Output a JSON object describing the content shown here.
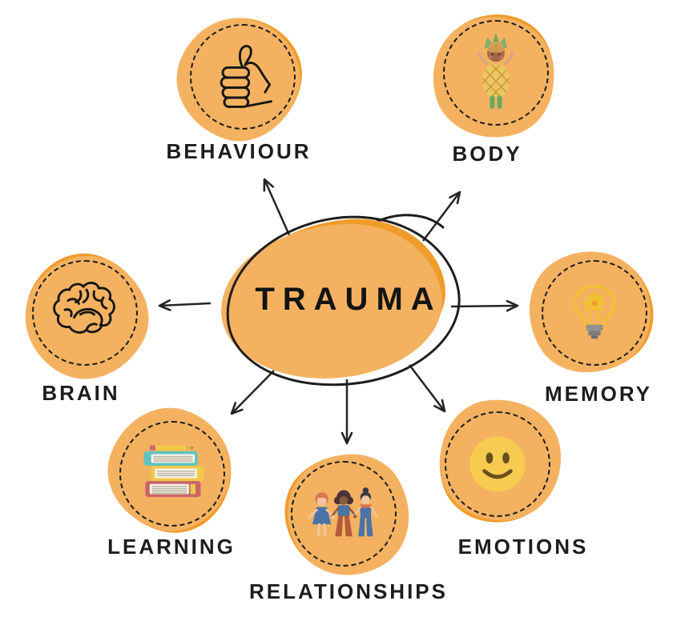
{
  "center": {
    "label": "TRAUMA"
  },
  "nodes": [
    {
      "id": "behaviour",
      "label": "BEHAVIOUR",
      "icon": "thumbs-up"
    },
    {
      "id": "body",
      "label": "BODY",
      "icon": "pineapple-costume-kid"
    },
    {
      "id": "memory",
      "label": "MEMORY",
      "icon": "lightbulb-gear"
    },
    {
      "id": "brain",
      "label": "BRAIN",
      "icon": "brain"
    },
    {
      "id": "learning",
      "label": "LEARNING",
      "icon": "book-stack-pencil"
    },
    {
      "id": "relationships",
      "label": "RELATIONSHIPS",
      "icon": "people-holding-hands"
    },
    {
      "id": "emotions",
      "label": "EMOTIONS",
      "icon": "smiley-face"
    }
  ],
  "colors": {
    "background": "#FFFFFF",
    "node_orange": "#F09C2B",
    "halo_orange": "#F4B261",
    "ink": "#1D1D1D",
    "smiley_yellow": "#F7CB4F",
    "smiley_features_brown": "#6B4E1D",
    "bulb_yellow": "#F1C231",
    "bulb_base_gray": "#8E8E8E",
    "book_teal": "#5FC4C0",
    "book_yellow": "#EFC94C",
    "book_red": "#C96567",
    "pages_cream": "#F7F3E7",
    "pineapple_body": "#E8C95F",
    "pineapple_green": "#6FA85E",
    "skin_light": "#F2C6A0",
    "skin_brown": "#8C5A3C",
    "clothes_blue": "#4A73A8",
    "pants_rust": "#B5593C",
    "hair_orange": "#D97757"
  }
}
